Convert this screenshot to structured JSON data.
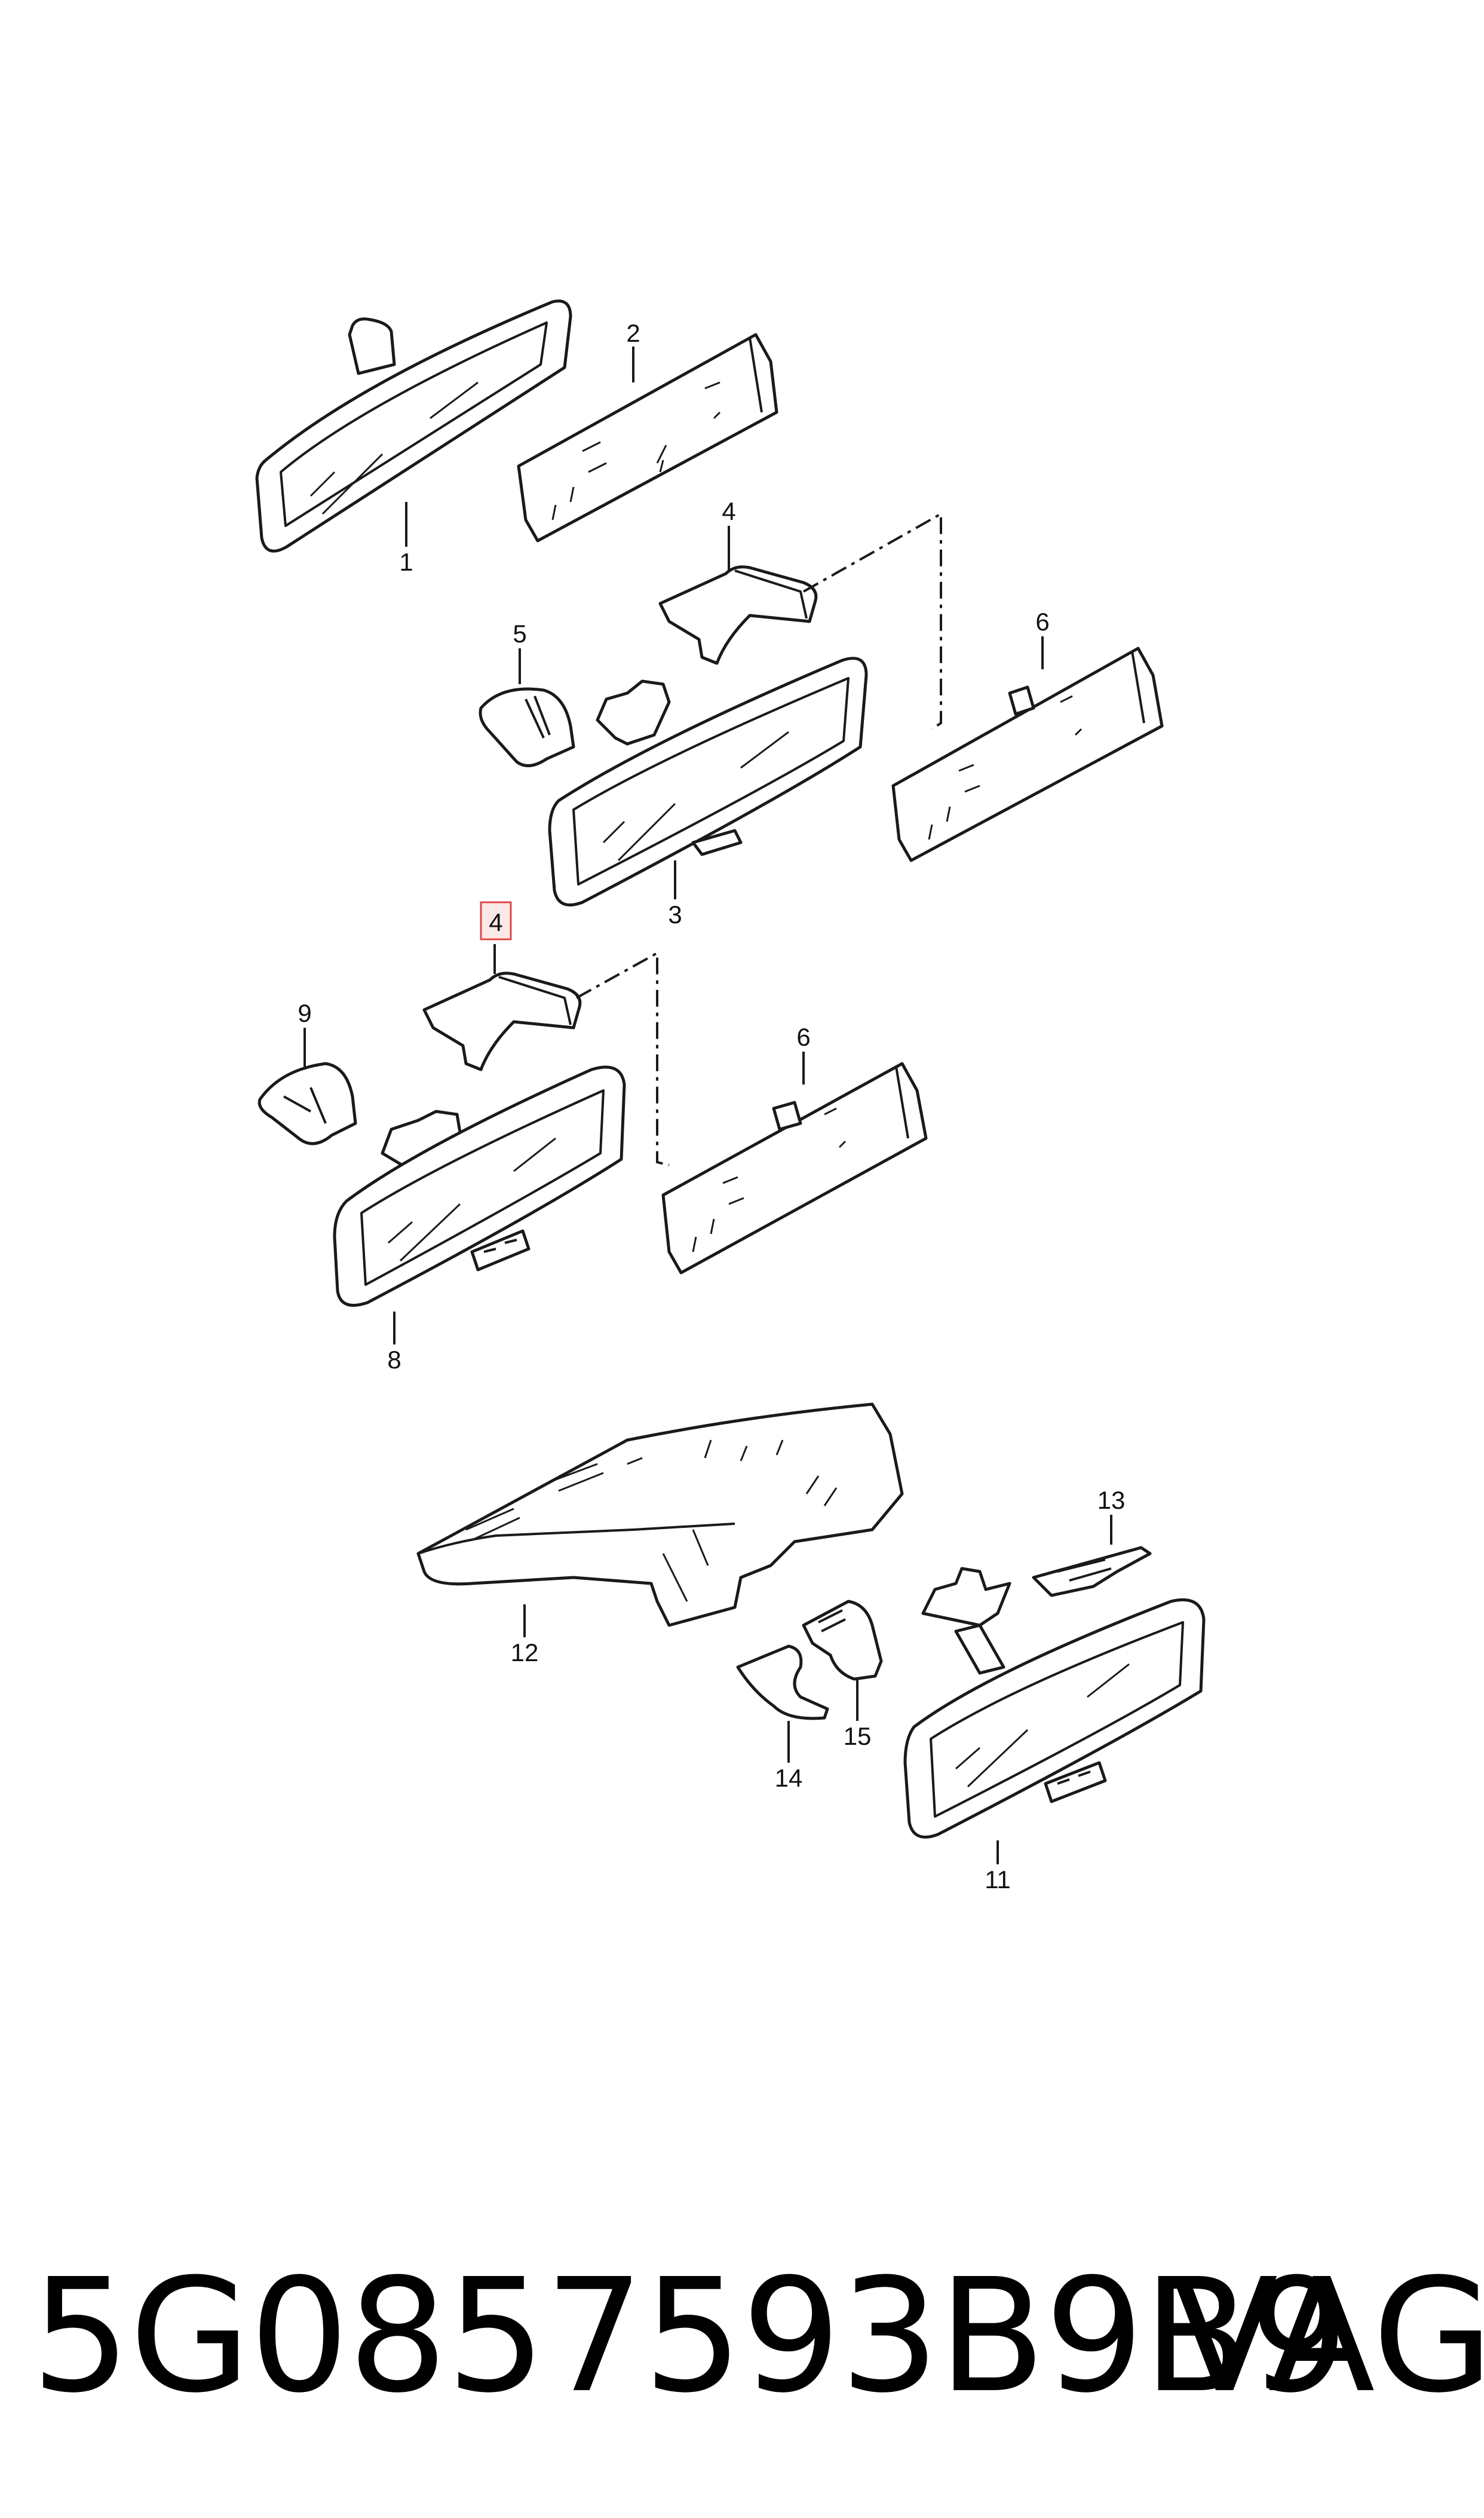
{
  "callouts": {
    "c1": "1",
    "c2": "2",
    "c3": "3",
    "c4a": "4",
    "c4b": "4",
    "c5": "5",
    "c6a": "6",
    "c6b": "6",
    "c8": "8",
    "c9": "9",
    "c11": "11",
    "c12": "12",
    "c13": "13",
    "c14": "14",
    "c15": "15"
  },
  "highlighted_callout": "4",
  "colors": {
    "line": "#1a1a1a",
    "highlight_fill": "#fde8e8",
    "highlight_stroke": "#e04848"
  },
  "footer": {
    "part_number": "5G0857593B9B9",
    "brand": "VAG"
  }
}
